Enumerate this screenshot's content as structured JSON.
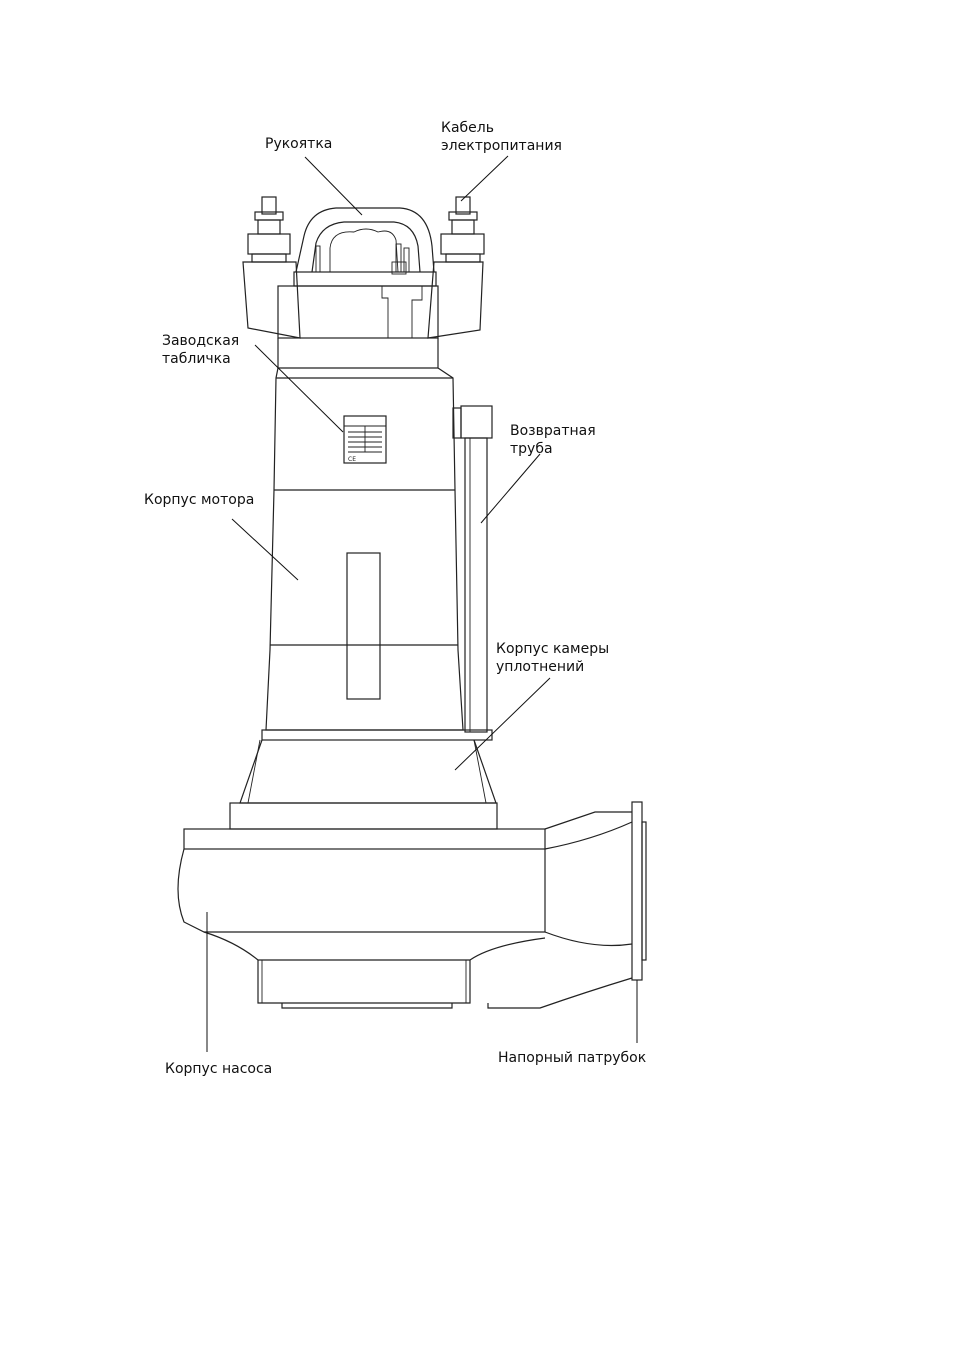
{
  "labels": {
    "handle": "Рукоятка",
    "cable_line1": "Кабель",
    "cable_line2": "электропитания",
    "nameplate_line1": "Заводская",
    "nameplate_line2": "табличка",
    "return_pipe_line1": "Возвратная",
    "return_pipe_line2": "труба",
    "motor_housing": "Корпус мотора",
    "seal_chamber_line1": "Корпус камеры",
    "seal_chamber_line2": "уплотнений",
    "pump_housing": "Корпус насоса",
    "discharge_nozzle": "Напорный патрубок"
  },
  "nameplate_mark": "CE",
  "colors": {
    "line": "#222222",
    "background": "#ffffff"
  }
}
